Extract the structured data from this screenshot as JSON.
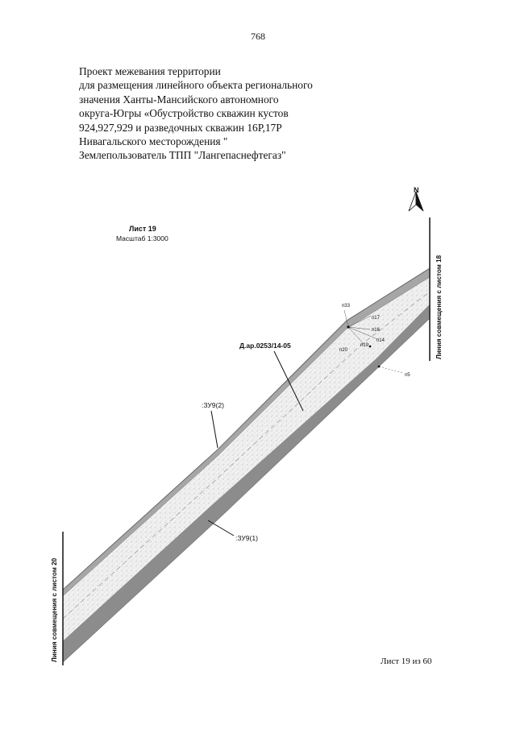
{
  "page": {
    "number": "768"
  },
  "title_lines": [
    "Проект межевания территории",
    "для размещения линейного объекта регионального",
    "значения Ханты-Мансийского автономного",
    "округа-Югры «Обустройство скважин кустов",
    "924,927,929 и разведочных скважин 16Р,17Р",
    "Нивагальского месторождения \"",
    "Землепользователь ТПП \"Лангепаснефтегаз\""
  ],
  "map": {
    "sheet_title": "Лист 19",
    "scale": "Масштаб 1:3000",
    "north_label": "N",
    "match_line_left": "Линия совмещения с листом 20",
    "match_line_right": "Линия совмещения с листом 18",
    "parcel_upper": ":ЗУ9(2)",
    "parcel_lower": ":ЗУ9(1)",
    "cadastral_ref": "Д.ар.0253/14-05",
    "points": [
      "п33",
      "п17",
      "п16",
      "п14",
      "п19",
      "п20",
      "п5"
    ]
  },
  "footer": {
    "sheet_of": "Лист 19 из 60"
  }
}
